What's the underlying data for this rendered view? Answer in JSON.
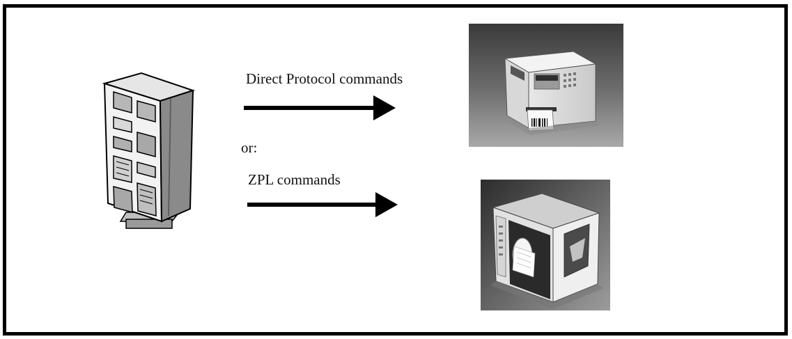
{
  "diagram": {
    "labels": {
      "direct_protocol": "Direct Protocol commands",
      "or": "or:",
      "zpl": "ZPL commands"
    },
    "nodes": [
      {
        "id": "host-computer",
        "kind": "server-cabinet-illustration"
      },
      {
        "id": "printer-direct-protocol",
        "kind": "label-printer-photo"
      },
      {
        "id": "printer-zpl",
        "kind": "industrial-label-printer-photo"
      }
    ],
    "edges": [
      {
        "from": "host-computer",
        "to": "printer-direct-protocol",
        "label_key": "direct_protocol"
      },
      {
        "from": "host-computer",
        "to": "printer-zpl",
        "label_key": "zpl"
      }
    ]
  }
}
